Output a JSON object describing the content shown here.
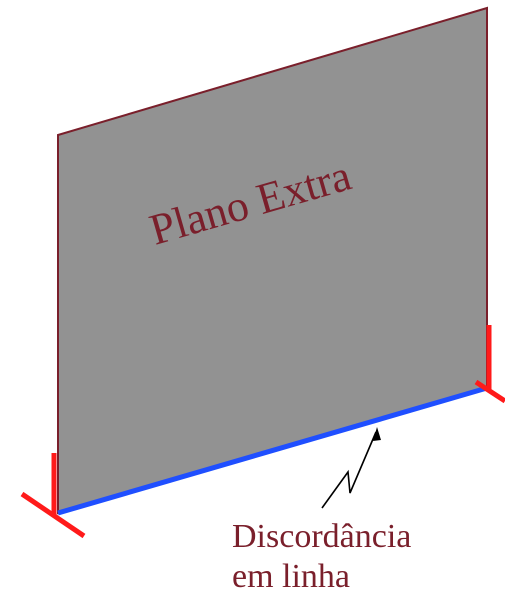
{
  "plane": {
    "label": "Plano Extra",
    "fill_color": "#929292",
    "edge_color": "#7a1f2b"
  },
  "dislocation_line": {
    "color": "#1f4fff"
  },
  "dislocation_symbols": {
    "color": "#ff1a1a"
  },
  "caption": {
    "line1": "Discordância",
    "line2": "em linha",
    "color": "#7a1f2b"
  }
}
